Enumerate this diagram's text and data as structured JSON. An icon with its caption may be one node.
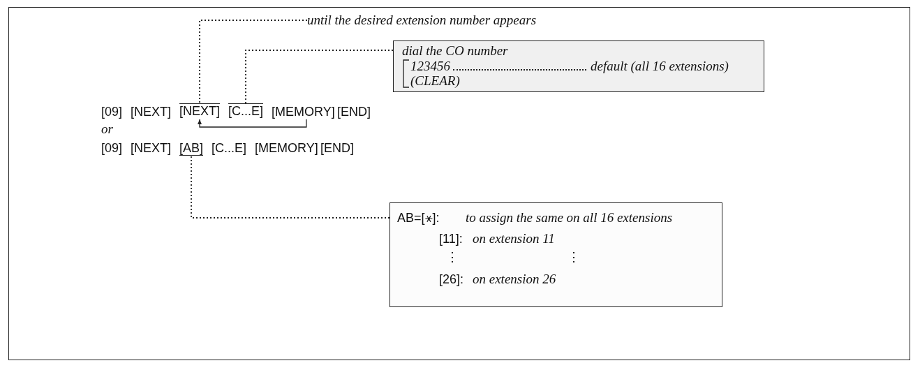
{
  "diagram": {
    "nodes": [
      {
        "text": [
          "until the desired extension number appears"
        ]
      },
      {
        "text": [
          "dial the CO number",
          "123456",
          "default (all 16 extensions)",
          "(CLEAR)"
        ]
      },
      {
        "text": [
          "[09]"
        ]
      },
      {
        "text": [
          "[NEXT]"
        ]
      },
      {
        "text": [
          "[NEXT]"
        ]
      },
      {
        "text": [
          "[C...E]"
        ]
      },
      {
        "text": [
          "[MEMORY]"
        ]
      },
      {
        "text": [
          "[END]"
        ]
      },
      {
        "text": [
          "[09]"
        ]
      },
      {
        "text": [
          "[NEXT]"
        ]
      },
      {
        "text": [
          "[AB]"
        ]
      },
      {
        "text": [
          "[C...E]"
        ]
      },
      {
        "text": [
          "[MEMORY]"
        ]
      },
      {
        "text": [
          "[END]"
        ]
      },
      {
        "text": [
          "AB=[⚹]:",
          "to assign the same on all 16 extensions",
          "[11]:",
          "on extension 11",
          "⋮",
          "⋮",
          "[26]:",
          "on extension 26"
        ]
      }
    ],
    "edges": [
      {
        "from": 0,
        "to": 4,
        "arrow": "none",
        "style": "dashed"
      },
      {
        "from": 1,
        "to": 5,
        "arrow": "none",
        "style": "dashed"
      },
      {
        "from": 6,
        "to": 4,
        "arrow": "to"
      },
      {
        "from": 14,
        "to": 10,
        "arrow": "none",
        "style": "dashed"
      }
    ],
    "labels": [
      "or"
    ]
  }
}
